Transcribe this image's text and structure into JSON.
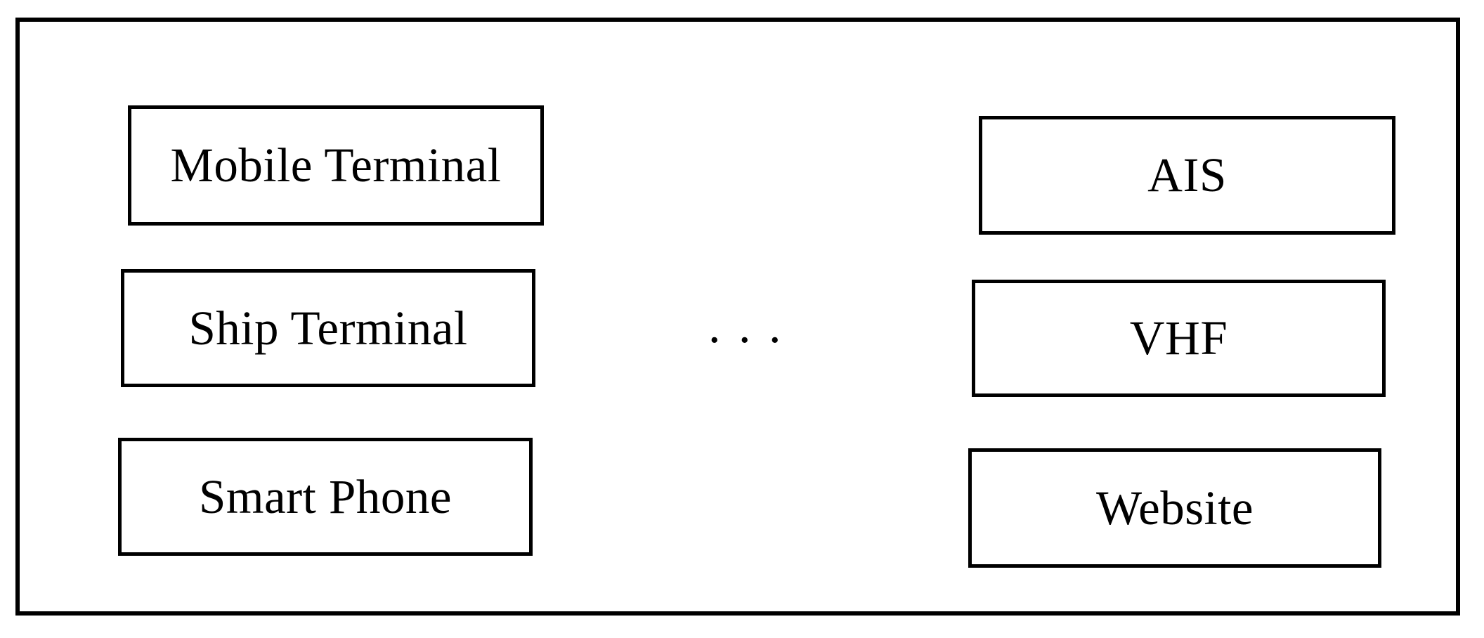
{
  "figure": {
    "type": "block-diagram",
    "left_column": {
      "items": [
        {
          "label": "Mobile Terminal"
        },
        {
          "label": "Ship Terminal"
        },
        {
          "label": "Smart Phone"
        }
      ]
    },
    "right_column": {
      "items": [
        {
          "label": "AIS"
        },
        {
          "label": "VHF"
        },
        {
          "label": "Website"
        }
      ]
    },
    "ellipsis": ". . ."
  },
  "colors": {
    "line": "#000000",
    "background": "#ffffff"
  }
}
